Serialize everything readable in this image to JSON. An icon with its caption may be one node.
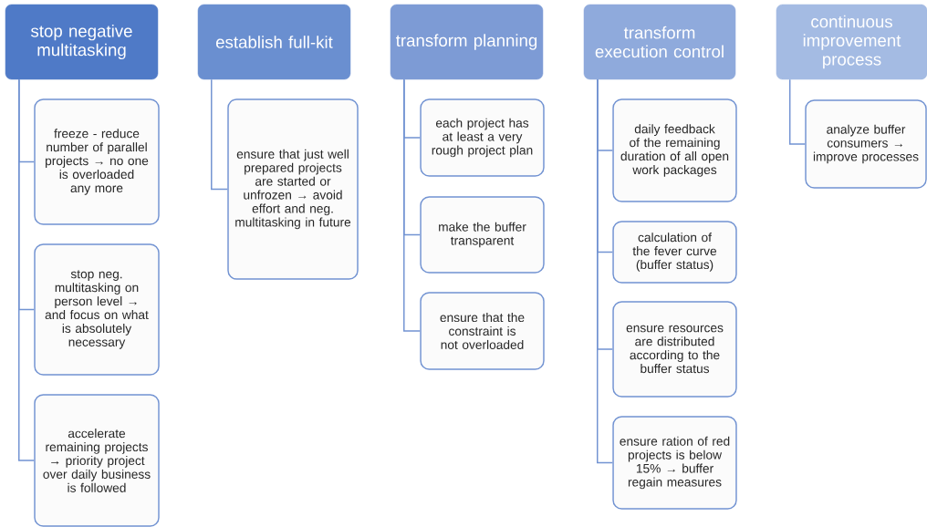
{
  "diagram": {
    "nodes": [
      {
        "text": [
          "stop negative multitasking"
        ]
      },
      {
        "text": [
          "freeze - reduce number of parallel projects → no one is overloaded any more"
        ]
      },
      {
        "text": [
          "stop neg. multitasking on person level → and focus on what is absolutely necessary"
        ]
      },
      {
        "text": [
          "accelerate remaining projects → priority project over daily business is followed"
        ]
      },
      {
        "text": [
          "establish full-kit"
        ]
      },
      {
        "text": [
          "ensure that just well prepared projects are started or unfrozen → avoid effort and neg. multitasking in future"
        ]
      },
      {
        "text": [
          "transform planning"
        ]
      },
      {
        "text": [
          "each project has at least a very rough project plan"
        ]
      },
      {
        "text": [
          "make the buffer transparent"
        ]
      },
      {
        "text": [
          "ensure that the constraint is not overloaded"
        ]
      },
      {
        "text": [
          "transform execution control"
        ]
      },
      {
        "text": [
          "daily feedback of the remaining duration of all open work packages"
        ]
      },
      {
        "text": [
          "calculation of the fever curve (buffer status)"
        ]
      },
      {
        "text": [
          "ensure resources are distributed according to the buffer status"
        ]
      },
      {
        "text": [
          "ensure ration of red projects is below 15% → buffer regain measures"
        ]
      },
      {
        "text": [
          "continuous improvement process"
        ]
      },
      {
        "text": [
          "analyze buffer consumers → improve processes"
        ]
      }
    ],
    "edges": [
      {
        "from": 0,
        "to": 1,
        "arrow": "none"
      },
      {
        "from": 0,
        "to": 2,
        "arrow": "none"
      },
      {
        "from": 0,
        "to": 3,
        "arrow": "none"
      },
      {
        "from": 4,
        "to": 5,
        "arrow": "none"
      },
      {
        "from": 6,
        "to": 7,
        "arrow": "none"
      },
      {
        "from": 6,
        "to": 8,
        "arrow": "none"
      },
      {
        "from": 6,
        "to": 9,
        "arrow": "none"
      },
      {
        "from": 10,
        "to": 11,
        "arrow": "none"
      },
      {
        "from": 10,
        "to": 12,
        "arrow": "none"
      },
      {
        "from": 10,
        "to": 13,
        "arrow": "none"
      },
      {
        "from": 10,
        "to": 14,
        "arrow": "none"
      },
      {
        "from": 15,
        "to": 16,
        "arrow": "none"
      }
    ]
  }
}
